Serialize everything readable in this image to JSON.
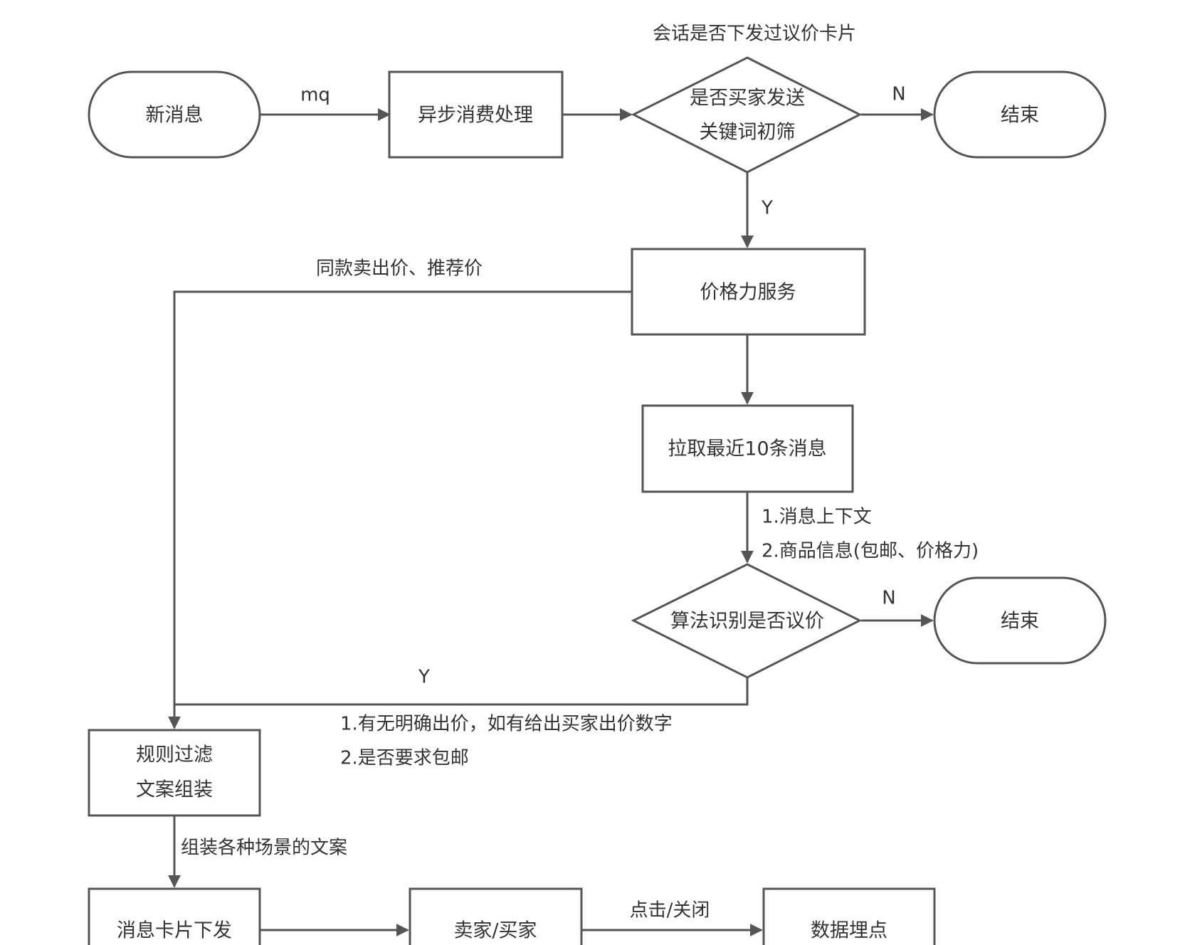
{
  "diagram": {
    "nodes": {
      "new_message": "新消息",
      "async_consume": "异步消费处理",
      "buyer_keyword_check": [
        "是否买家发送",
        "关键词初筛"
      ],
      "end_1": "结束",
      "price_service": "价格力服务",
      "pull_messages": "拉取最近10条消息",
      "algo_recognize": "算法识别是否议价",
      "end_2": "结束",
      "rule_filter": [
        "规则过滤",
        "文案组装"
      ],
      "card_send": "消息卡片下发",
      "seller_buyer": "卖家/买家",
      "data_tracking": "数据埋点"
    },
    "labels": {
      "session_check": "会话是否下发过议价卡片",
      "mq": "mq",
      "n1": "N",
      "y1": "Y",
      "same_style_price": "同款卖出价、推荐价",
      "context_1": "1.消息上下文",
      "context_2": "2.商品信息(包邮、价格力)",
      "n2": "N",
      "y2": "Y",
      "algo_out_1": "1.有无明确出价，如有给出买家出价数字",
      "algo_out_2": "2.是否要求包邮",
      "assemble": "组装各种场景的文案",
      "click_close": "点击/关闭"
    }
  }
}
